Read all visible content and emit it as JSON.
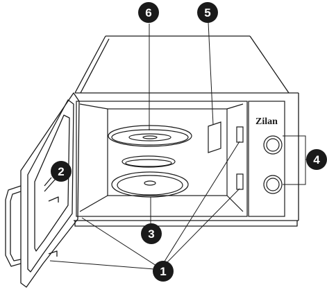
{
  "brand": "Zilan",
  "callouts": [
    {
      "id": "1",
      "label": "1"
    },
    {
      "id": "2",
      "label": "2"
    },
    {
      "id": "3",
      "label": "3"
    },
    {
      "id": "4",
      "label": "4"
    },
    {
      "id": "5",
      "label": "5"
    },
    {
      "id": "6",
      "label": "6"
    }
  ],
  "colors": {
    "line": "#1a1a1a",
    "callout_fill": "#1a1a1a",
    "callout_text": "#ffffff",
    "background": "#ffffff"
  }
}
